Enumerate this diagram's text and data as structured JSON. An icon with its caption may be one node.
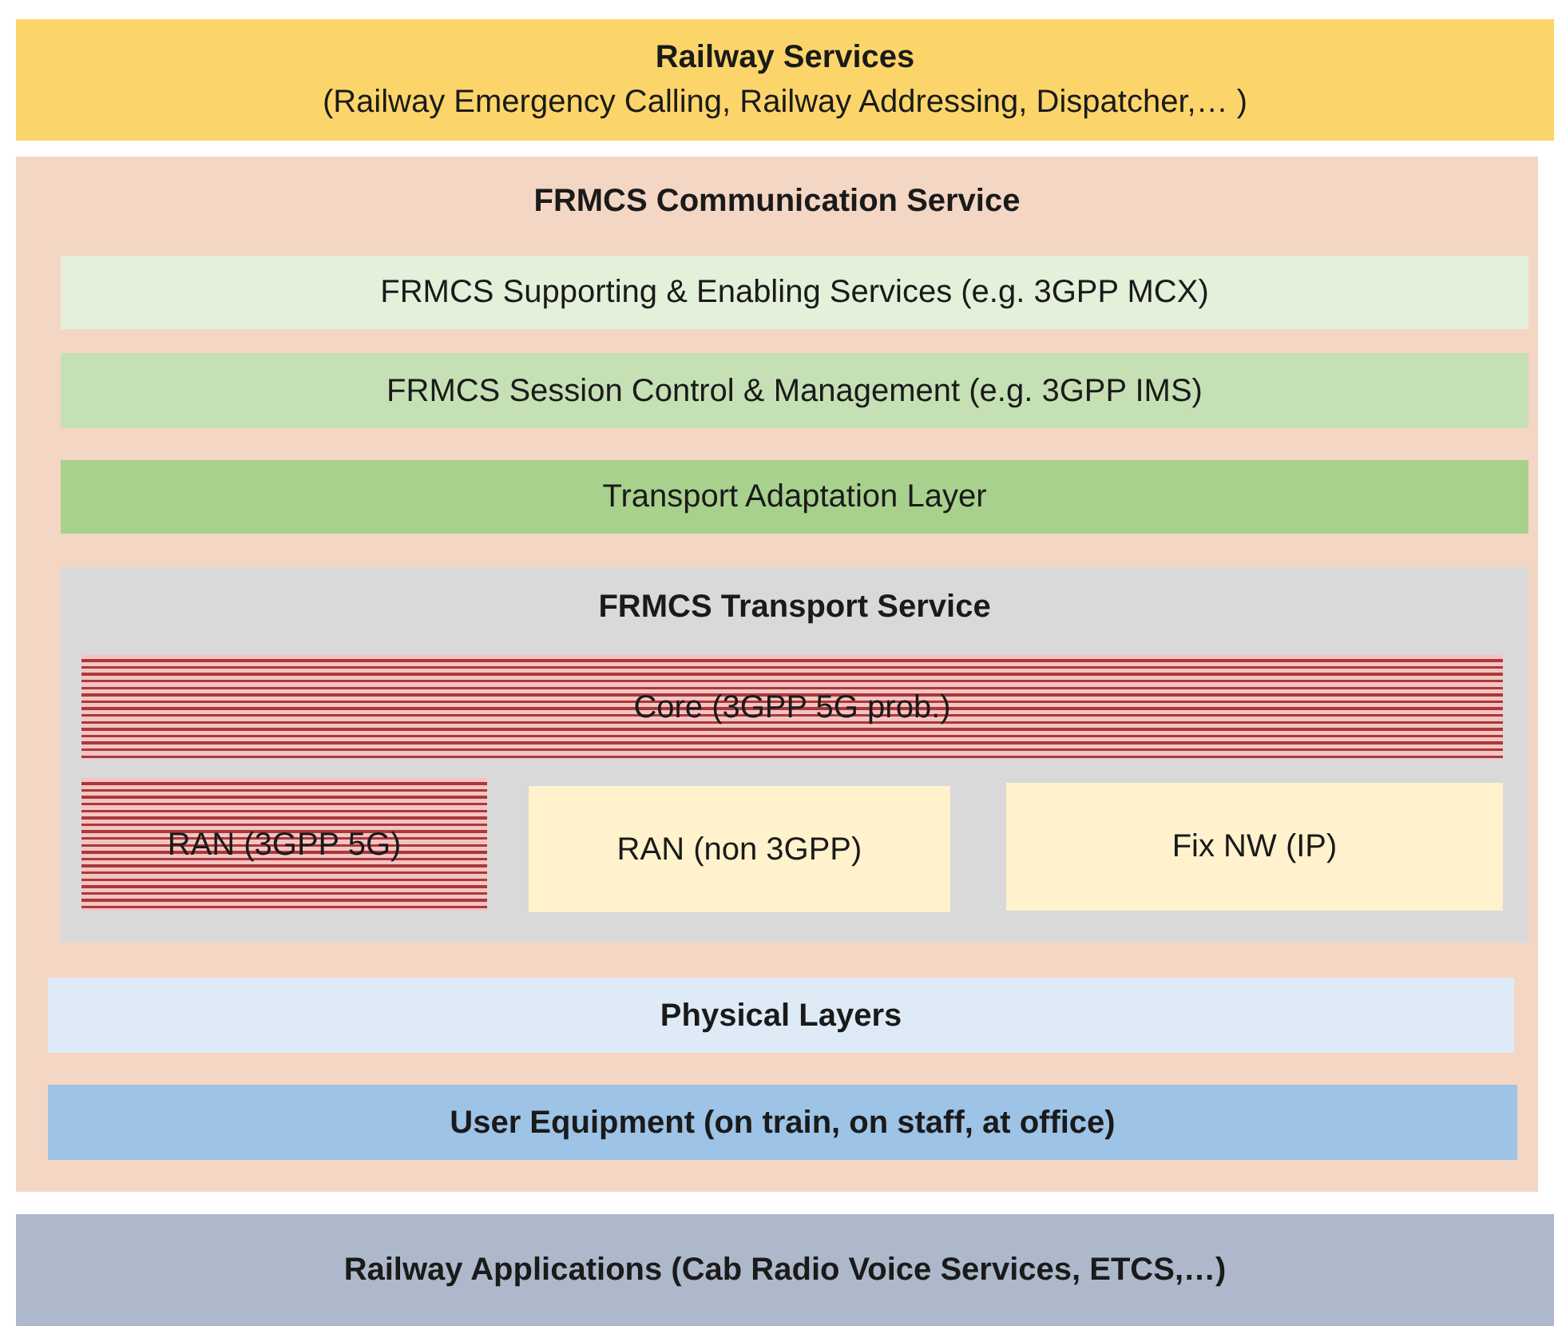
{
  "diagram": {
    "nodes": [
      {
        "text": [
          "Railway Services",
          "(Railway Emergency Calling, Railway Addressing, Dispatcher,… )"
        ]
      },
      {
        "text": [
          "FRMCS Communication Service"
        ]
      },
      {
        "text": [
          "FRMCS Supporting & Enabling Services (e.g. 3GPP MCX)"
        ],
        "in": 1
      },
      {
        "text": [
          "FRMCS Session Control & Management (e.g. 3GPP IMS)"
        ],
        "in": 1
      },
      {
        "text": [
          "Transport Adaptation Layer"
        ],
        "in": 1
      },
      {
        "text": [
          "FRMCS Transport Service"
        ],
        "in": 1
      },
      {
        "text": [
          "Core (3GPP 5G prob.)"
        ],
        "in": 5
      },
      {
        "text": [
          "RAN (3GPP 5G)"
        ],
        "in": 5
      },
      {
        "text": [
          "RAN (non 3GPP)"
        ],
        "in": 5
      },
      {
        "text": [
          "Fix NW (IP)"
        ],
        "in": 5
      },
      {
        "text": [
          "Physical Layers"
        ],
        "in": 1
      },
      {
        "text": [
          "User Equipment (on train, on staff, at office)"
        ],
        "in": 1
      },
      {
        "text": [
          "Railway Applications (Cab Radio Voice Services, ETCS,…)"
        ]
      }
    ]
  }
}
